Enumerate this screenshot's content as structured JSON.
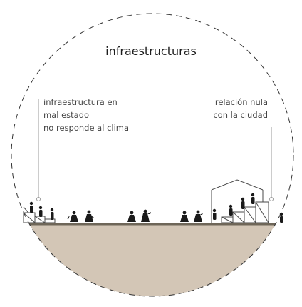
{
  "diagram": {
    "title": "infraestructuras",
    "left_annotation": [
      "infraestructura en",
      "mal estado",
      "no responde al clima"
    ],
    "right_annotation": [
      "relación nula",
      "con la ciudad"
    ]
  },
  "colors": {
    "ground": "#d3c6b6",
    "ground_line": "#6e6658",
    "outline": "#4a4a4a",
    "figures": "#1a1a1a",
    "leader_lines": "#9a9a9a"
  }
}
